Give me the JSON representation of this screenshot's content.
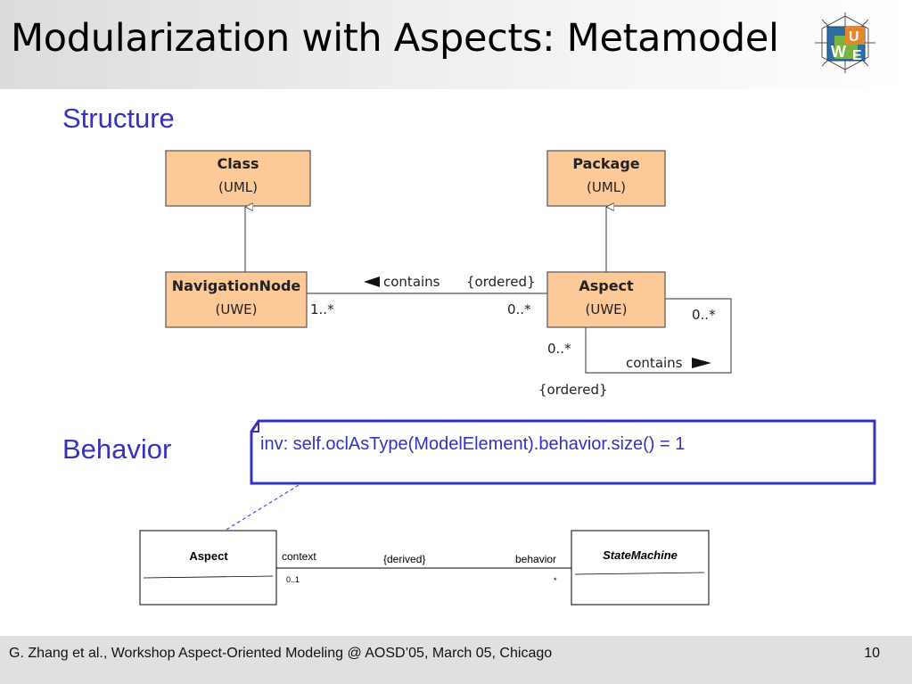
{
  "slide": {
    "title": "Modularization with Aspects: Metamodel",
    "section_structure": "Structure",
    "section_behavior": "Behavior",
    "footer": "G. Zhang et al., Workshop Aspect-Oriented Modeling @ AOSD’05, March 05, Chicago",
    "page_number": "10"
  },
  "logo": {
    "letters": [
      "U",
      "W",
      "E"
    ]
  },
  "structure": {
    "class_box": {
      "name": "Class",
      "stereotype": "(UML)"
    },
    "package_box": {
      "name": "Package",
      "stereotype": "(UML)"
    },
    "navnode_box": {
      "name": "NavigationNode",
      "stereotype": "(UWE)"
    },
    "aspect_box": {
      "name": "Aspect",
      "stereotype": "(UWE)"
    },
    "assoc_contains": {
      "label": "contains",
      "constraint": "{ordered}",
      "mult_nav": "1..*",
      "mult_aspect": "0..*"
    },
    "self_contains": {
      "label": "contains",
      "constraint": "{ordered}",
      "mult_right": "0..*",
      "mult_bottom": "0..*"
    }
  },
  "behavior": {
    "constraint_note": "inv: self.oclAsType(ModelElement).behavior.size() = 1",
    "aspect_box": "Aspect",
    "statemachine_box": "StateMachine",
    "role_context": "context",
    "constraint_derived": "{derived}",
    "role_behavior": "behavior",
    "mult_context": "0..1",
    "mult_behavior": "*"
  },
  "colors": {
    "class_fill": "#fdc998",
    "section_blue": "#3333bb",
    "note_border": "#3333bb"
  }
}
